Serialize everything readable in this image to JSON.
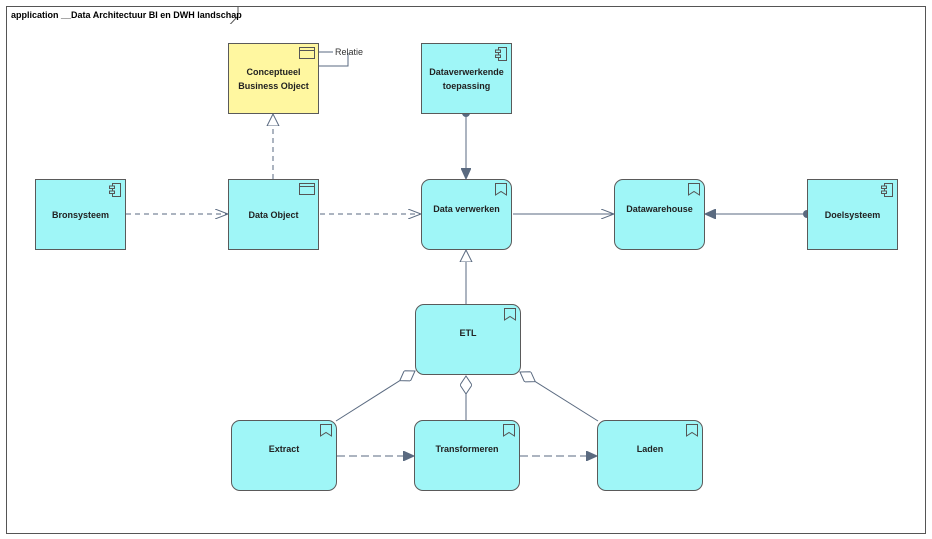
{
  "diagram": {
    "title": "application __Data Architectuur BI en DWH landschap",
    "relation_note": "Relatie"
  },
  "nodes": {
    "conceptueel": "Conceptueel\nBusiness Object",
    "dataverwerkende": "Dataverwerkende\ntoepassing",
    "bronsysteem": "Bronsysteem",
    "data_object": "Data Object",
    "data_verwerken": "Data verwerken",
    "datawarehouse": "Datawarehouse",
    "doelsysteem": "Doelsysteem",
    "etl": "ETL",
    "extract": "Extract",
    "transformeren": "Transformeren",
    "laden": "Laden"
  },
  "colors": {
    "application_element": "#9ff6f7",
    "business_object": "#fff7a0",
    "line": "#5a6a80"
  },
  "icons": {
    "component": "component-icon",
    "data_object": "data-object-icon",
    "process": "process-icon"
  }
}
